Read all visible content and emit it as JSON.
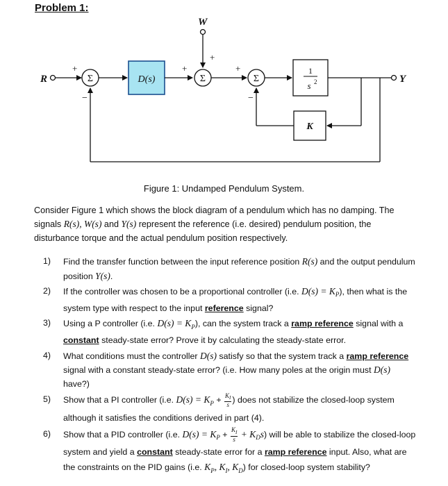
{
  "title": "Problem 1:",
  "diagram": {
    "input_label": "R",
    "output_label": "Y",
    "disturbance_label": "W",
    "sum_symbol": "Σ",
    "plus": "+",
    "minus": "−",
    "controller_label": "D(s)",
    "plant_num": "1",
    "plant_den": "s",
    "plant_den_exp": "2",
    "gain_label": "K",
    "controller_color": "#a8e4f2"
  },
  "caption": "Figure 1: Undamped Pendulum System.",
  "intro": {
    "t1": "Consider Figure 1 which shows the block diagram of a pendulum which has no damping. The signals ",
    "m1": "R(s), W(s)",
    "t2": " and ",
    "m2": "Y(s)",
    "t3": " represent the reference (i.e. desired) pendulum position, the disturbance torque and the actual pendulum position respectively."
  },
  "questions": {
    "q1": {
      "num": "1)",
      "a": "Find the transfer function between the input reference position ",
      "m1": "R(s)",
      "b": " and the output pendulum position ",
      "m2": "Y(s)",
      "c": "."
    },
    "q2": {
      "num": "2)",
      "a": "If the controller was chosen to be a proportional controller (i.e. ",
      "m1": "D(s) = K",
      "sub1": "P",
      "b": "), then what is the system type with respect to the input ",
      "u1": "reference",
      "c": " signal?"
    },
    "q3": {
      "num": "3)",
      "a": "Using a P controller (i.e. ",
      "m1": "D(s) = K",
      "sub1": "P",
      "b": "), can the system track a ",
      "u1": "ramp reference",
      "c": " signal with a ",
      "u2": "constant",
      "d": " steady-state error? Prove it by calculating the steady-state error."
    },
    "q4": {
      "num": "4)",
      "a": "What conditions must the controller ",
      "m1": "D(s)",
      "b": " satisfy so that the system track a ",
      "u1": "ramp reference",
      "c": " signal with a constant steady-state error? (i.e. How many poles at the origin must ",
      "m2": "D(s)",
      "d": " have?)"
    },
    "q5": {
      "num": "5)",
      "a": "Show that a PI controller (i.e. ",
      "m1": "D(s) = K",
      "sub1": "P",
      "plus": " + ",
      "fn": "K",
      "fnsub": "I",
      "fd": "s",
      "b": ") does not stabilize the closed-loop system although it satisfies the conditions derived in part (4)."
    },
    "q6": {
      "num": "6)",
      "a": "Show that a PID controller (i.e. ",
      "m1": "D(s) = K",
      "sub1": "P",
      "plus": " + ",
      "fn": "K",
      "fnsub": "I",
      "fd": "s",
      "plus2": " + K",
      "sub2": "D",
      "m2": "s",
      "b": ") will be able to stabilize the closed-loop system and yield a ",
      "u1": "constant",
      "c": " steady-state error for a ",
      "u2": "ramp reference",
      "d": " input. Also, what are the constraints on the PID gains (i.e. ",
      "m3": "K",
      "s3": "P",
      "m4": ", K",
      "s4": "I",
      "m5": ", K",
      "s5": "D",
      "e": ") for closed-loop system stability?"
    }
  }
}
